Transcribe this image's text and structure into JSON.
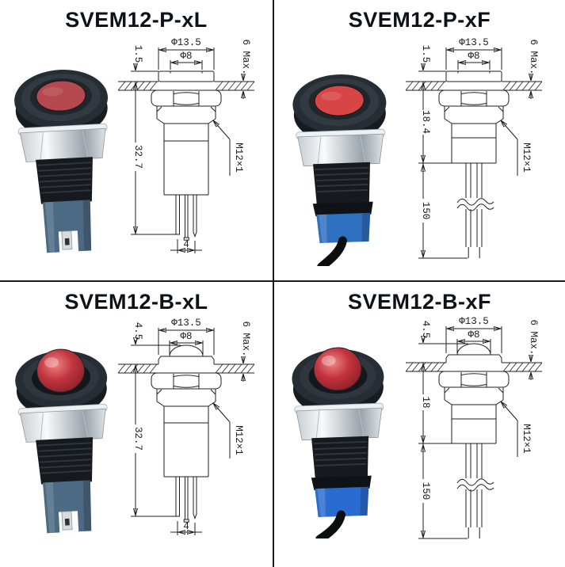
{
  "page": {
    "background": "#ffffff",
    "divider_color": "#1b1b1b"
  },
  "panels": [
    {
      "title": "SVEM12-P-xL",
      "lens": "flat",
      "termination": "pins",
      "dims": {
        "outer_dia": "Φ13.5",
        "lens_dia": "Φ8",
        "head_height": "1.5",
        "panel_max": "6 Max.",
        "body_length": "32.7",
        "thread": "M12×1",
        "pin_spacing": "4"
      },
      "colors": {
        "lens": "#b5494f",
        "body": "#4c6a83"
      }
    },
    {
      "title": "SVEM12-P-xF",
      "lens": "flat",
      "termination": "wires",
      "dims": {
        "outer_dia": "Φ13.5",
        "lens_dia": "Φ8",
        "head_height": "1.5",
        "panel_max": "6 Max.",
        "body_length": "18.4",
        "thread": "M12×1",
        "wire_length": "150"
      },
      "colors": {
        "lens": "#d84545",
        "body": "#2e6fc0"
      }
    },
    {
      "title": "SVEM12-B-xL",
      "lens": "dome",
      "termination": "pins",
      "dims": {
        "outer_dia": "Φ13.5",
        "lens_dia": "Φ8",
        "head_height": "4.5",
        "panel_max": "6 Max.",
        "body_length": "32.7",
        "thread": "M12×1",
        "pin_spacing": "4"
      },
      "colors": {
        "lens": "#c03540",
        "body": "#4c6a83"
      }
    },
    {
      "title": "SVEM12-B-xF",
      "lens": "dome",
      "termination": "wires",
      "dims": {
        "outer_dia": "Φ13.5",
        "lens_dia": "Φ8",
        "head_height": "4.5",
        "panel_max": "6 Max.",
        "body_length": "18",
        "thread": "M12×1",
        "wire_length": "150"
      },
      "colors": {
        "lens": "#c2323d",
        "body": "#2a6bd0"
      }
    }
  ]
}
